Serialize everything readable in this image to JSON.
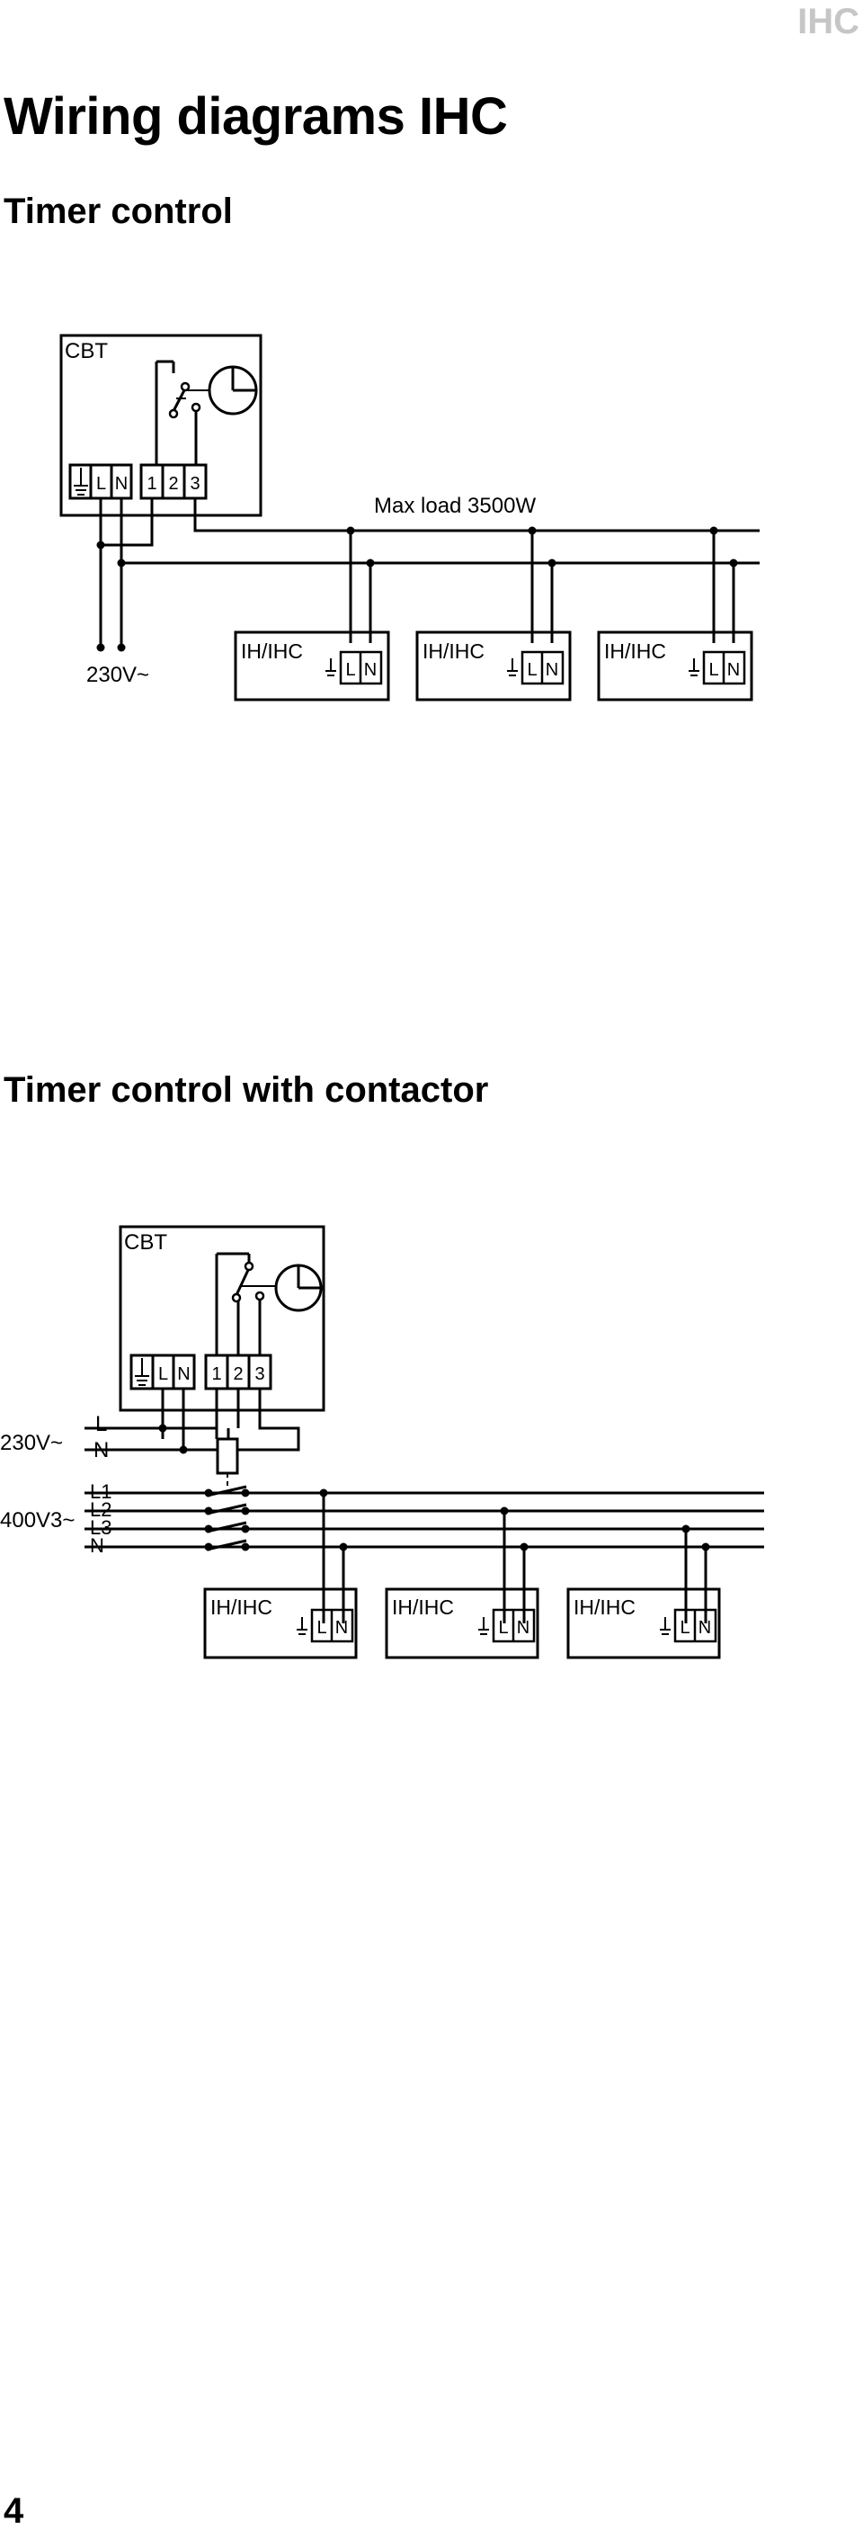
{
  "header": {
    "tag": "IHC"
  },
  "page_title": "Wiring diagrams IHC",
  "sections": [
    {
      "heading": "Timer control",
      "controller": {
        "label": "CBT",
        "terminals": [
          "L",
          "N",
          "1",
          "2",
          "3"
        ]
      },
      "supply_label": "230V~",
      "load_label": "Max load 3500W",
      "heaters": [
        {
          "label": "IH/IHC",
          "terminals": [
            "L",
            "N"
          ]
        },
        {
          "label": "IH/IHC",
          "terminals": [
            "L",
            "N"
          ]
        },
        {
          "label": "IH/IHC",
          "terminals": [
            "L",
            "N"
          ]
        }
      ]
    },
    {
      "heading": "Timer control with contactor",
      "controller": {
        "label": "CBT",
        "terminals": [
          "L",
          "N",
          "1",
          "2",
          "3"
        ]
      },
      "supply_label": "230V~",
      "supply_lines": [
        "L",
        "N"
      ],
      "three_phase_label": "400V3~",
      "phase_lines": [
        "L1",
        "L2",
        "L3",
        "N"
      ],
      "heaters": [
        {
          "label": "IH/IHC",
          "terminals": [
            "L",
            "N"
          ]
        },
        {
          "label": "IH/IHC",
          "terminals": [
            "L",
            "N"
          ]
        },
        {
          "label": "IH/IHC",
          "terminals": [
            "L",
            "N"
          ]
        }
      ]
    }
  ],
  "page_number": "4"
}
